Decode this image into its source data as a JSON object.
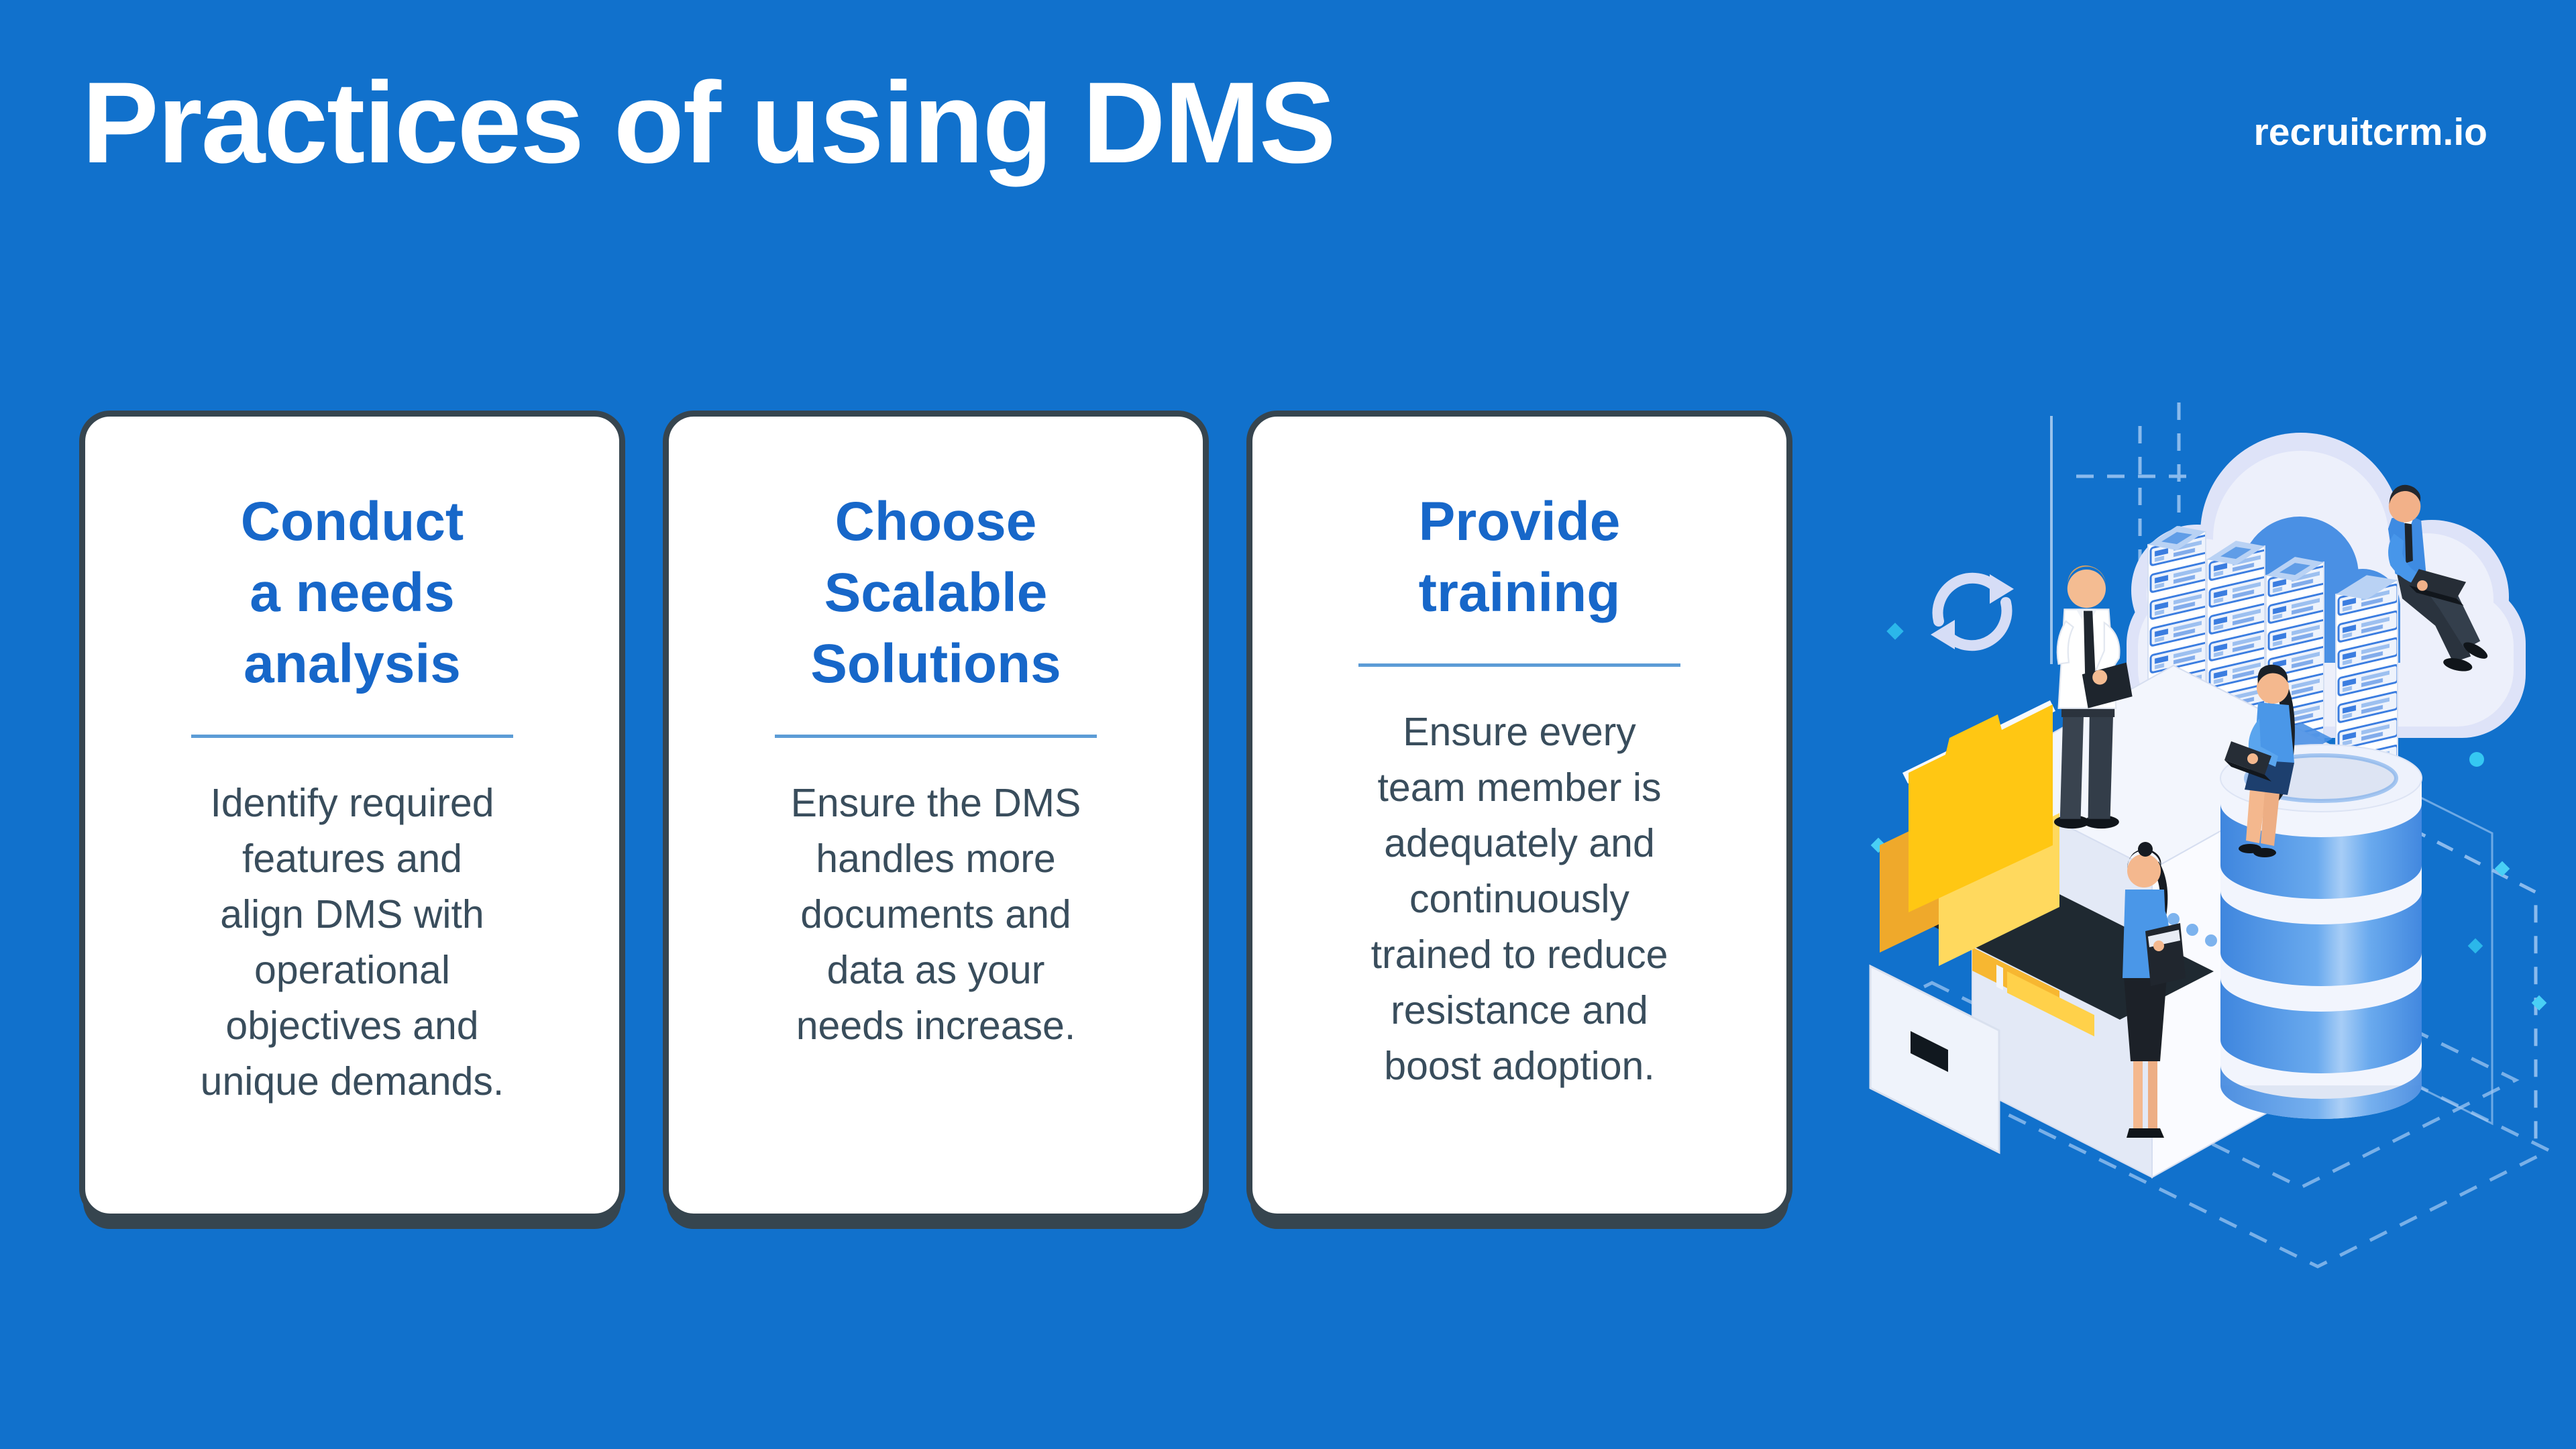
{
  "page": {
    "title": "Practices of using DMS",
    "logo": "recruitcrm.io"
  },
  "cards": [
    {
      "heading": [
        "Conduct",
        "a needs",
        "analysis"
      ],
      "body": [
        "Identify required",
        "features and",
        "align DMS with",
        "operational",
        "objectives and",
        "unique demands."
      ]
    },
    {
      "heading": [
        "Choose",
        "Scalable",
        "Solutions"
      ],
      "body": [
        "Ensure the DMS",
        "handles more",
        "documents and",
        "data as your",
        "needs increase."
      ]
    },
    {
      "heading": [
        "Provide",
        "training"
      ],
      "body": [
        "Ensure every",
        "team member is",
        "adequately and",
        "continuously",
        "trained to reduce",
        "resistance and",
        "boost adoption."
      ]
    }
  ],
  "colors": {
    "background": "#1171cc",
    "card_background": "#ffffff",
    "card_border": "#36454f",
    "heading_text": "#1767c9",
    "body_text": "#394d5c",
    "divider": "#5c9cd6",
    "title_text": "#ffffff",
    "folder_yellow": "#ffc713",
    "cloud_lavender": "#dee3f8",
    "accent_blue": "#4a90e4",
    "cyan_accent": "#35c8f2"
  },
  "illustration": {
    "elements": [
      "sync-arrows-icon",
      "cloud-icon",
      "server-racks-icon",
      "man-sitting-on-cloud-icon",
      "filing-cabinet-icon",
      "yellow-folders-icon",
      "drawer-front-icon",
      "businessman-standing-icon",
      "database-cylinder-icon",
      "woman-sitting-on-database-icon",
      "woman-standing-icon",
      "dashed-floor-outline",
      "scattered-squares"
    ]
  }
}
